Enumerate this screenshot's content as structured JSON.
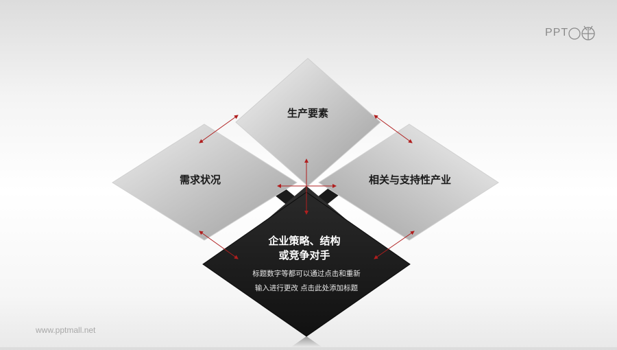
{
  "logo": {
    "text": "PPT"
  },
  "nodes": {
    "top": {
      "label": "生产要素"
    },
    "left": {
      "label": "需求状况"
    },
    "right": {
      "label": "相关与支持性产业"
    },
    "bottom": {
      "title_line1": "企业策略、结构",
      "title_line2": "或竞争对手",
      "desc_line1": "标题数字等都可以通过点击和重新",
      "desc_line2": "输入进行更改 点击此处添加标题"
    }
  },
  "footer": {
    "watermark": "www.pptmall.net"
  },
  "colors": {
    "arrow": "#b01e1e",
    "gray_light": "#f2f2f2",
    "gray_dark": "#a9a9a9",
    "black_diamond": "#161616"
  }
}
